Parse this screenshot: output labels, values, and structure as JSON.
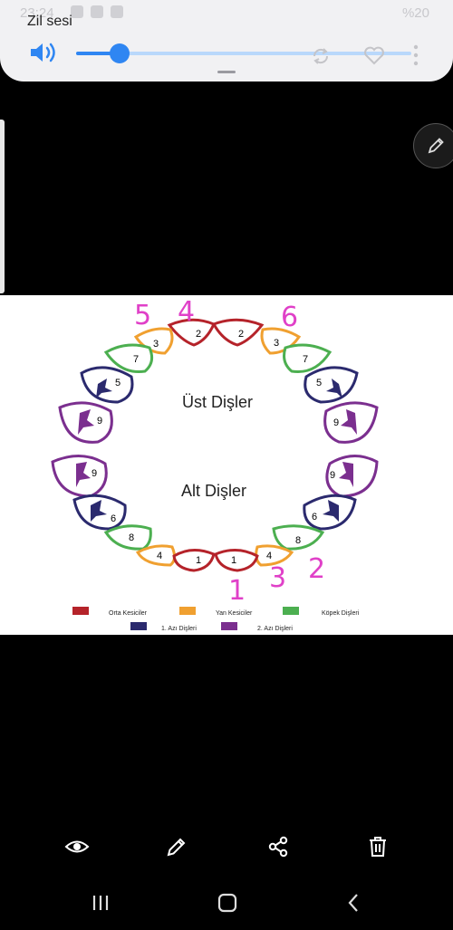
{
  "status_bar": {
    "time": "23:24",
    "battery": "%20"
  },
  "volume": {
    "label": "Zil sesi",
    "level_percent": 13
  },
  "icons": {
    "volume": "speaker-icon",
    "sync": "sound-sync-icon",
    "heart": "heart-icon",
    "more": "more-vertical-icon",
    "edit": "pencil-icon",
    "view": "eye-icon",
    "edit_action": "pencil-icon",
    "share": "share-icon",
    "delete": "trash-icon",
    "nav_recent": "recent-apps-icon",
    "nav_home": "home-icon",
    "nav_back": "back-icon"
  },
  "tooth_chart": {
    "upper_label": "Üst Dişler",
    "lower_label": "Alt Dişler",
    "teeth_numbers": {
      "upper_left": [
        "2",
        "3",
        "7",
        "5",
        "9"
      ],
      "upper_right": [
        "2",
        "3",
        "7",
        "5",
        "9"
      ],
      "lower_left": [
        "1",
        "4",
        "8",
        "6",
        "9"
      ],
      "lower_right": [
        "1",
        "4",
        "8",
        "6",
        "9"
      ]
    },
    "handwritten": [
      "5",
      "4",
      "6",
      "2",
      "3",
      "1"
    ],
    "legend": [
      {
        "label": "Orta Kesiciler",
        "color": "#b5232a"
      },
      {
        "label": "Yan Kesiciler",
        "color": "#f0a030"
      },
      {
        "label": "Köpek Dişleri",
        "color": "#4caf50"
      },
      {
        "label": "1. Azı Dişleri",
        "color": "#2b2a6e"
      },
      {
        "label": "2. Azı Dişleri",
        "color": "#7b2f8f"
      }
    ]
  },
  "colors": {
    "accent": "#2f86f2",
    "handwriting": "#e040c8"
  }
}
